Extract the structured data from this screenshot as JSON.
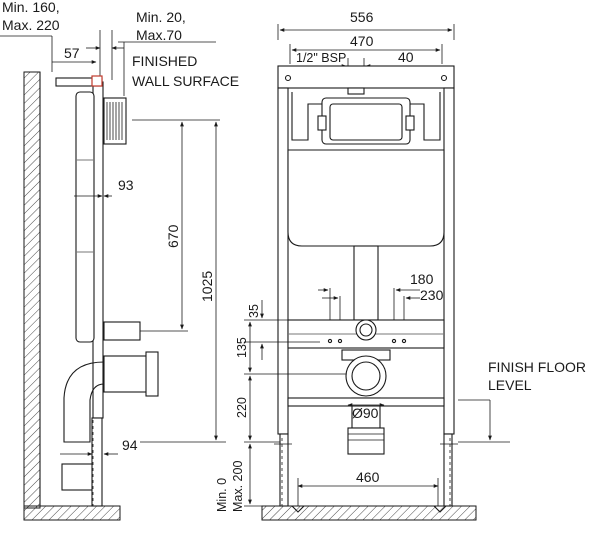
{
  "side_view": {
    "wall_depth": {
      "line1": "Min. 160,",
      "line2": "Max. 220"
    },
    "wall_offset": {
      "line1": "Min. 20,",
      "line2": "Max.70"
    },
    "dim_57": "57",
    "wall_label": {
      "line1": "FINISHED",
      "line2": "WALL SURFACE"
    },
    "dim_93": "93",
    "dim_670": "670",
    "dim_1025": "1025",
    "dim_94": "94"
  },
  "front_view": {
    "dim_556": "556",
    "dim_470": "470",
    "dim_bsp": "1/2\" BSP",
    "dim_40": "40",
    "dim_180": "180",
    "dim_230": "230",
    "dim_35": "35",
    "dim_135": "135",
    "dim_220": "220",
    "dim_90": "Ø90",
    "dim_200": {
      "line1": "Min. 0",
      "line2": "Max. 200"
    },
    "dim_460": "460",
    "floor_label": {
      "line1": "FINISH FLOOR",
      "line2": "LEVEL"
    }
  }
}
